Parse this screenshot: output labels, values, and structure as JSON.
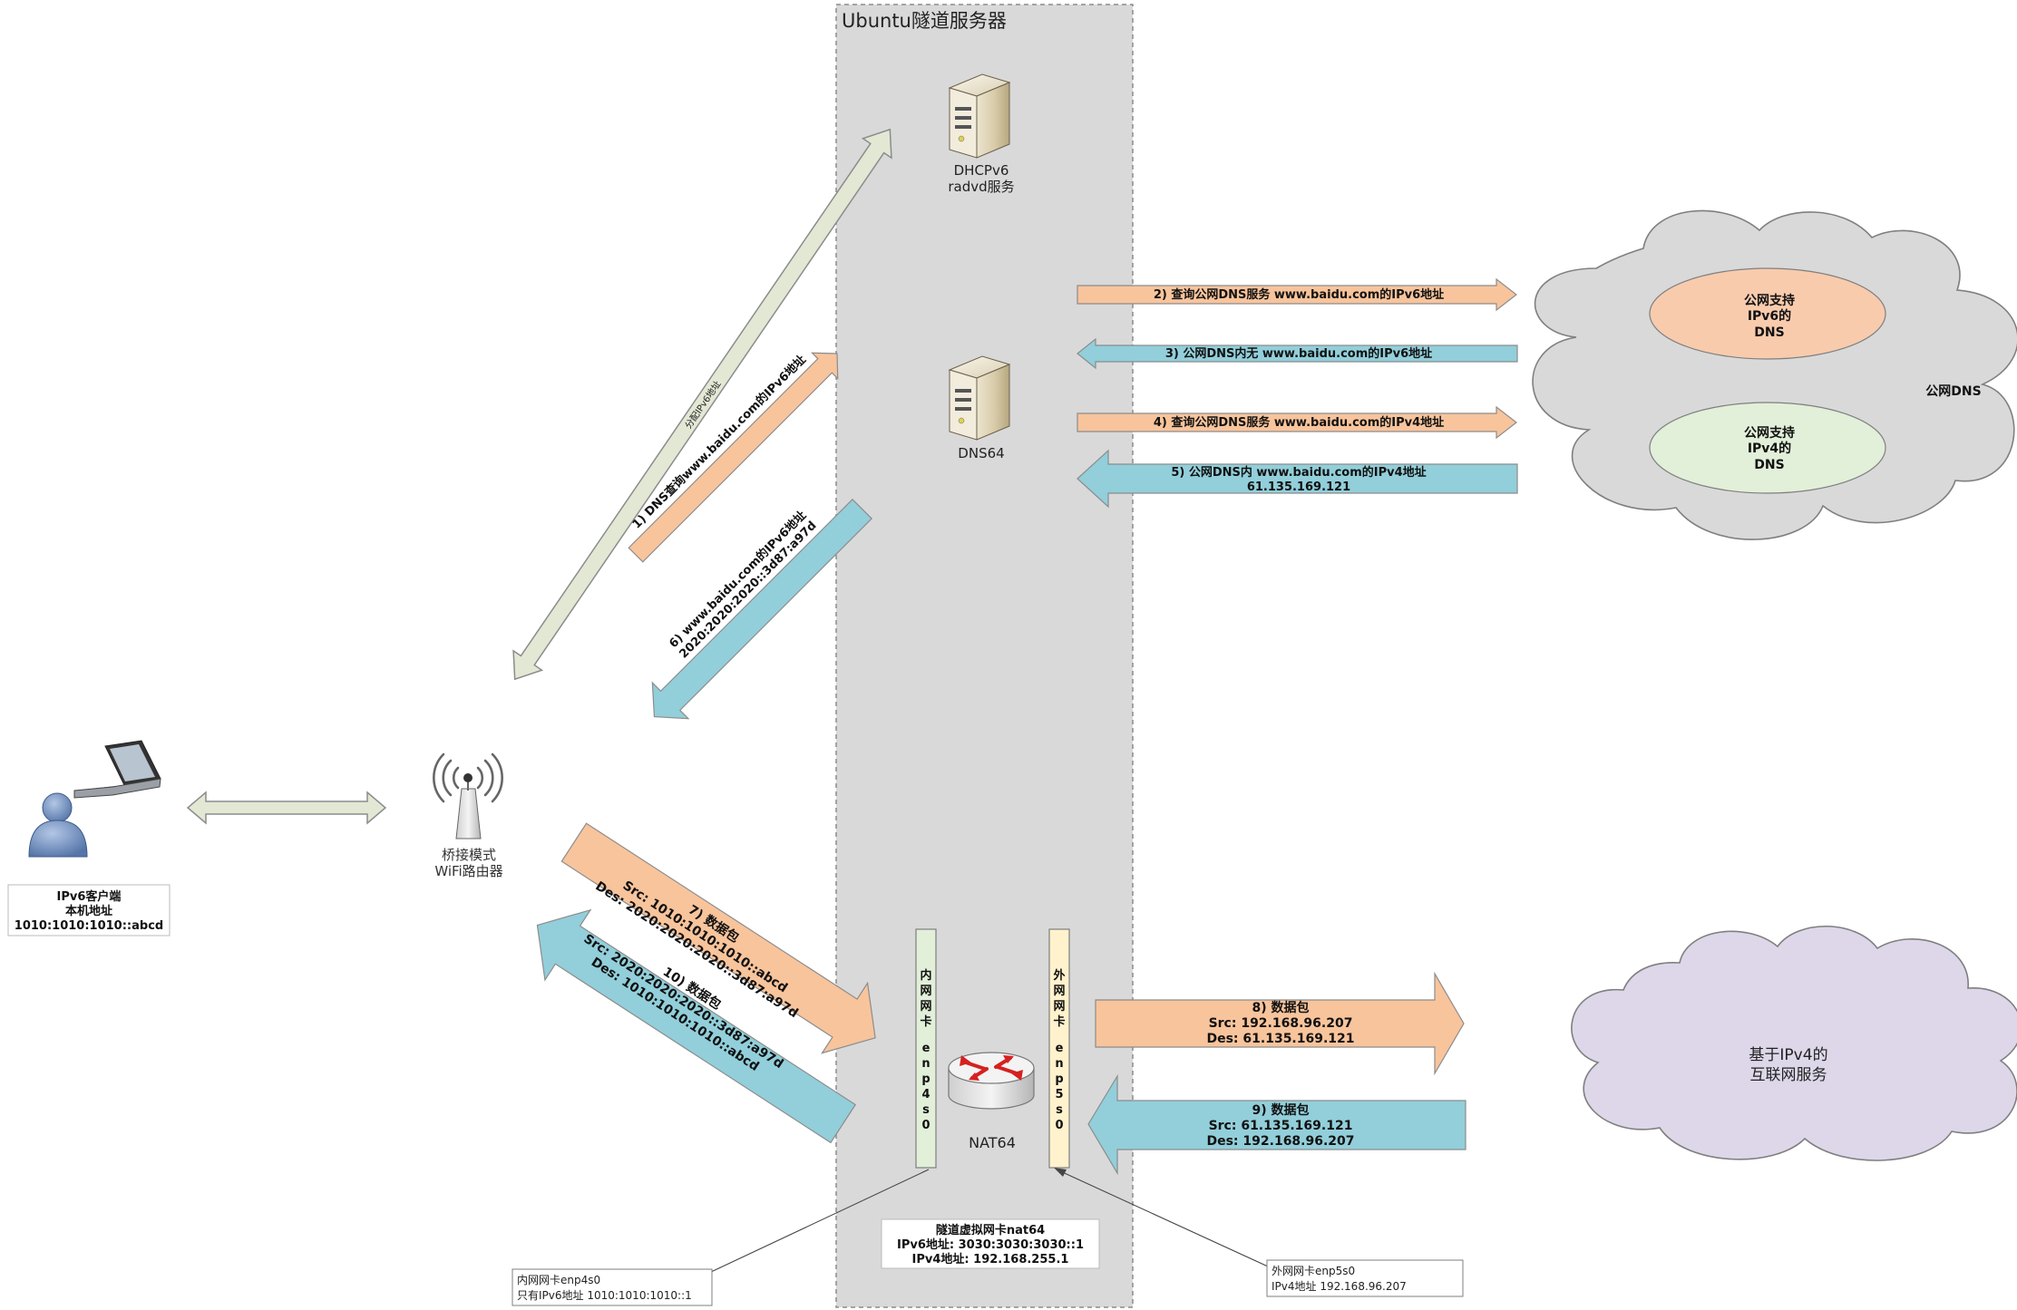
{
  "server": {
    "title": "Ubuntu隧道服务器",
    "dhcp_line1": "DHCPv6",
    "dhcp_line2": "radvd服务",
    "dns64": "DNS64",
    "nat64": "NAT64",
    "nic_inner_label": "内网网卡",
    "nic_inner_name": "enp4s0",
    "nic_outer_label": "外网网卡",
    "nic_outer_name": "enp5s0",
    "tunnel_title": "隧道虚拟网卡nat64",
    "tunnel_ipv6": "IPv6地址: 3030:3030:3030::1",
    "tunnel_ipv4": "IPv4地址: 192.168.255.1"
  },
  "client": {
    "line1": "IPv6客户端",
    "line2": "本机地址",
    "line3": "1010:1010:1010::abcd"
  },
  "router": {
    "line1": "桥接模式",
    "line2": "WiFi路由器"
  },
  "cloud_dns": {
    "label": "公网DNS",
    "v6": [
      "公网支持",
      "IPv6的",
      "DNS"
    ],
    "v4": [
      "公网支持",
      "IPv4的",
      "DNS"
    ]
  },
  "cloud_internet": {
    "line1": "基于IPv4的",
    "line2": "互联网服务"
  },
  "callouts": {
    "inner_line1": "内网网卡enp4s0",
    "inner_line2": "只有IPv6地址 1010:1010:1010::1",
    "outer_line1": "外网网卡enp5s0",
    "outer_line2": "IPv4地址 192.168.96.207"
  },
  "steps": {
    "dhcp": "分配IPv6地址",
    "s1": "1)  DNS查询www.baidu.com的IPv6地址",
    "s2": "2)  查询公网DNS服务 www.baidu.com的IPv6地址",
    "s3": "3)  公网DNS内无 www.baidu.com的IPv6地址",
    "s4": "4)  查询公网DNS服务 www.baidu.com的IPv4地址",
    "s5_line1": "5)  公网DNS内 www.baidu.com的IPv4地址",
    "s5_line2": "61.135.169.121",
    "s6_line1": "6)  www.baidu.com的IPv6地址",
    "s6_line2": "2020:2020:2020::3d87:a97d",
    "s7_line1": "7)  数据包",
    "s7_line2": "Src: 1010:1010:1010::abcd",
    "s7_line3": "Des: 2020:2020:2020::3d87:a97d",
    "s8_line1": "8)  数据包",
    "s8_line2": "Src: 192.168.96.207",
    "s8_line3": "Des: 61.135.169.121",
    "s9_line1": "9)  数据包",
    "s9_line2": "Src: 61.135.169.121",
    "s9_line3": "Des: 192.168.96.207",
    "s10_line1": "10)  数据包",
    "s10_line2": "Src: 2020:2020:2020::3d87:a97d",
    "s10_line3": "Des: 1010:1010:1010::abcd"
  },
  "colors": {
    "orange": "#f8c49c",
    "blue": "#92cfda",
    "sage": "#e2e8d4",
    "server_bg": "#d9d9d9",
    "cloud_gray": "#d9d9d9",
    "cloud_lavender": "#ddd7e9"
  }
}
